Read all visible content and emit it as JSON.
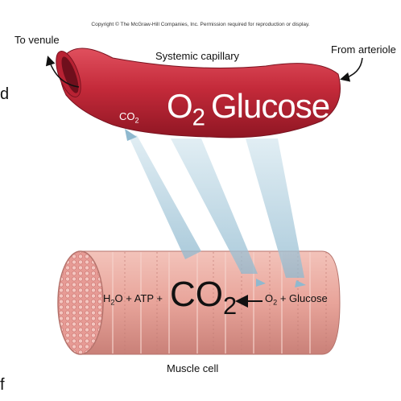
{
  "copyright": "Copyright © The McGraw-Hill Companies, Inc. Permission required for reproduction or display.",
  "labels": {
    "to_venule": "To venule",
    "from_arteriole": "From arteriole",
    "systemic_capillary": "Systemic capillary",
    "muscle_cell": "Muscle cell"
  },
  "capillary": {
    "co2_base": "CO",
    "co2_sub": "2",
    "o2_base": "O",
    "o2_sub": "2",
    "glucose": "Glucose"
  },
  "muscle_equation": {
    "h2o_base": "H",
    "h2o_sub": "2",
    "h2o_end": "O",
    "plus1": "+",
    "atp": "ATP",
    "plus2": "+",
    "co2_base": "CO",
    "co2_sub": "2",
    "o2_base": "O",
    "o2_sub": "2",
    "plus3": "+",
    "glucose": "Glucose"
  },
  "edge_fragments": {
    "left_top": "d",
    "left_bottom": "f"
  },
  "colors": {
    "capillary_red": "#c42a3a",
    "capillary_dark": "#8f1623",
    "muscle_pink": "#e8a49a",
    "muscle_stripe": "#d88a7f",
    "diffusion_blue": "#9fc3d6"
  }
}
